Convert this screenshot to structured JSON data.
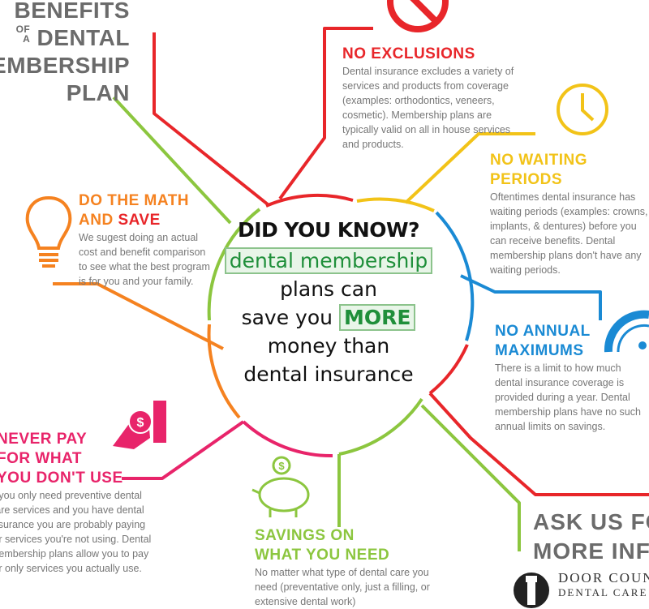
{
  "title": {
    "l1": "BENEFITS",
    "of": "OF",
    "a": "A",
    "l2": "DENTAL",
    "l3": "MEMBERSHIP",
    "l4": "PLAN"
  },
  "center": {
    "question": "DID YOU KNOW?",
    "highlight1": "dental membership",
    "line2": "plans can",
    "line3_pre": "save you",
    "highlight2": "MORE",
    "line4": "money than",
    "line5": "dental insurance"
  },
  "sections": {
    "no_exclusions": {
      "title": "NO EXCLUSIONS",
      "body": "Dental insurance excludes a variety of services and products from coverage (examples: orthodontics, veneers, cosmetic). Membership plans are typically valid on all in house services and products.",
      "color": "#e8262a"
    },
    "no_waiting": {
      "title1": "NO WAITING",
      "title2": "PERIODS",
      "body": "Oftentimes dental insurance has waiting periods (examples: crowns, implants, & dentures) before you can receive benefits. Dental membership plans don't have any waiting periods.",
      "color": "#f2c318"
    },
    "no_annual": {
      "title1": "NO ANNUAL",
      "title2": "MAXIMUMS",
      "body": "There is a limit to how much dental insurance coverage is provided during a year. Dental membership plans have no such annual limits on savings.",
      "color": "#1a8ad4"
    },
    "do_math": {
      "title1": "DO THE MATH",
      "title2a": "AND ",
      "title2b": "SAVE",
      "body": "We sugest doing an actual cost and benefit comparison to see what the best program is for you and your family.",
      "color": "#f58220"
    },
    "never_pay": {
      "title1": "NEVER PAY",
      "title2": "FOR WHAT",
      "title3": "YOU DON'T USE",
      "body": "If you only need preventive dental care services and you have dental insurance you are probably paying for services you're not using. Dental membership plans allow you to pay for only services you actually use.",
      "color": "#e8246a"
    },
    "savings": {
      "title1": "SAVINGS ON",
      "title2": "WHAT YOU NEED",
      "body": "No matter what type of dental care you need (preventative only, just a filling, or extensive dental work)",
      "color": "#8cc63f"
    }
  },
  "ask": {
    "l1": "ASK US FOR",
    "l2": "MORE INFO"
  },
  "logo": {
    "l1": "DOOR COUNTY",
    "l2": "DENTAL CARE"
  }
}
